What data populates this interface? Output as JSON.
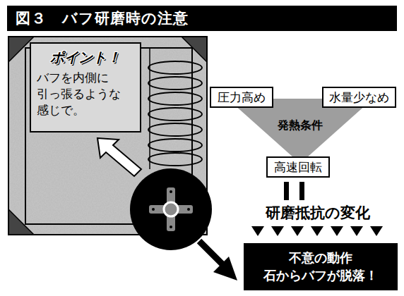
{
  "diagram": {
    "title": "図３　バフ研磨時の注意",
    "nodes": [
      {
        "text": [
          "ポイント！",
          "バフを内側に 引っ張るような 感じで。"
        ]
      },
      {
        "text": [
          "発熱条件"
        ]
      },
      {
        "text": [
          "圧力高め"
        ]
      },
      {
        "text": [
          "水量少なめ"
        ]
      },
      {
        "text": [
          "高速回転"
        ]
      },
      {
        "text": [
          "不意の動作",
          "石からバフが脱落！"
        ]
      }
    ],
    "labels": [
      "研磨抵抗の変化"
    ]
  }
}
